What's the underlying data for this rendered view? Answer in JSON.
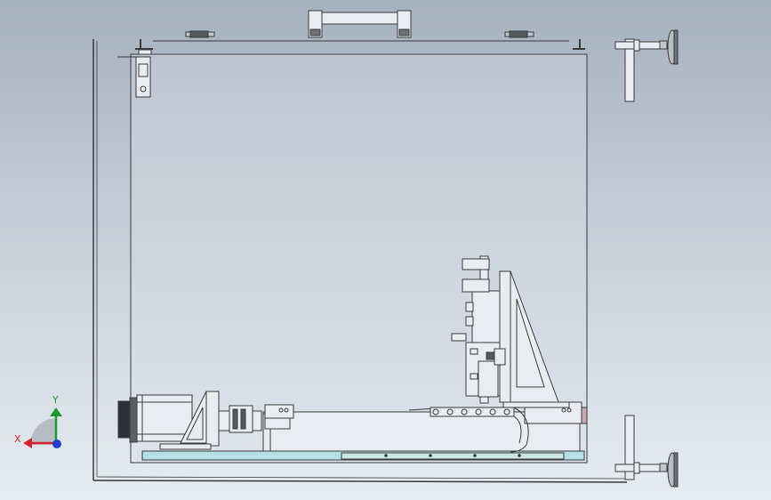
{
  "viewport": {
    "background_top": "#a6b1bf",
    "background_bottom": "#e7ecf1",
    "part_fill": "#e9edf1",
    "line_color": "#3a3a3a",
    "glass_tint": "#aadfe3"
  },
  "triad": {
    "x_label": "X",
    "y_label": "Y",
    "x_color": "#d4262a",
    "y_color": "#1c9a2c",
    "z_color": "#1f3fd0"
  },
  "model": {
    "assembly": "enclosure-with-xy-stage",
    "components": [
      "enclosure-frame",
      "front-panel",
      "top-handle",
      "hinge-left",
      "hinge-right",
      "door-latch",
      "leveling-foot-top",
      "leveling-foot-bottom",
      "base-plate",
      "servo-motor",
      "motor-mount",
      "shaft-coupling",
      "linear-module",
      "cable-chain",
      "z-axis-column",
      "gusset-bracket",
      "gripper-cylinder"
    ]
  }
}
